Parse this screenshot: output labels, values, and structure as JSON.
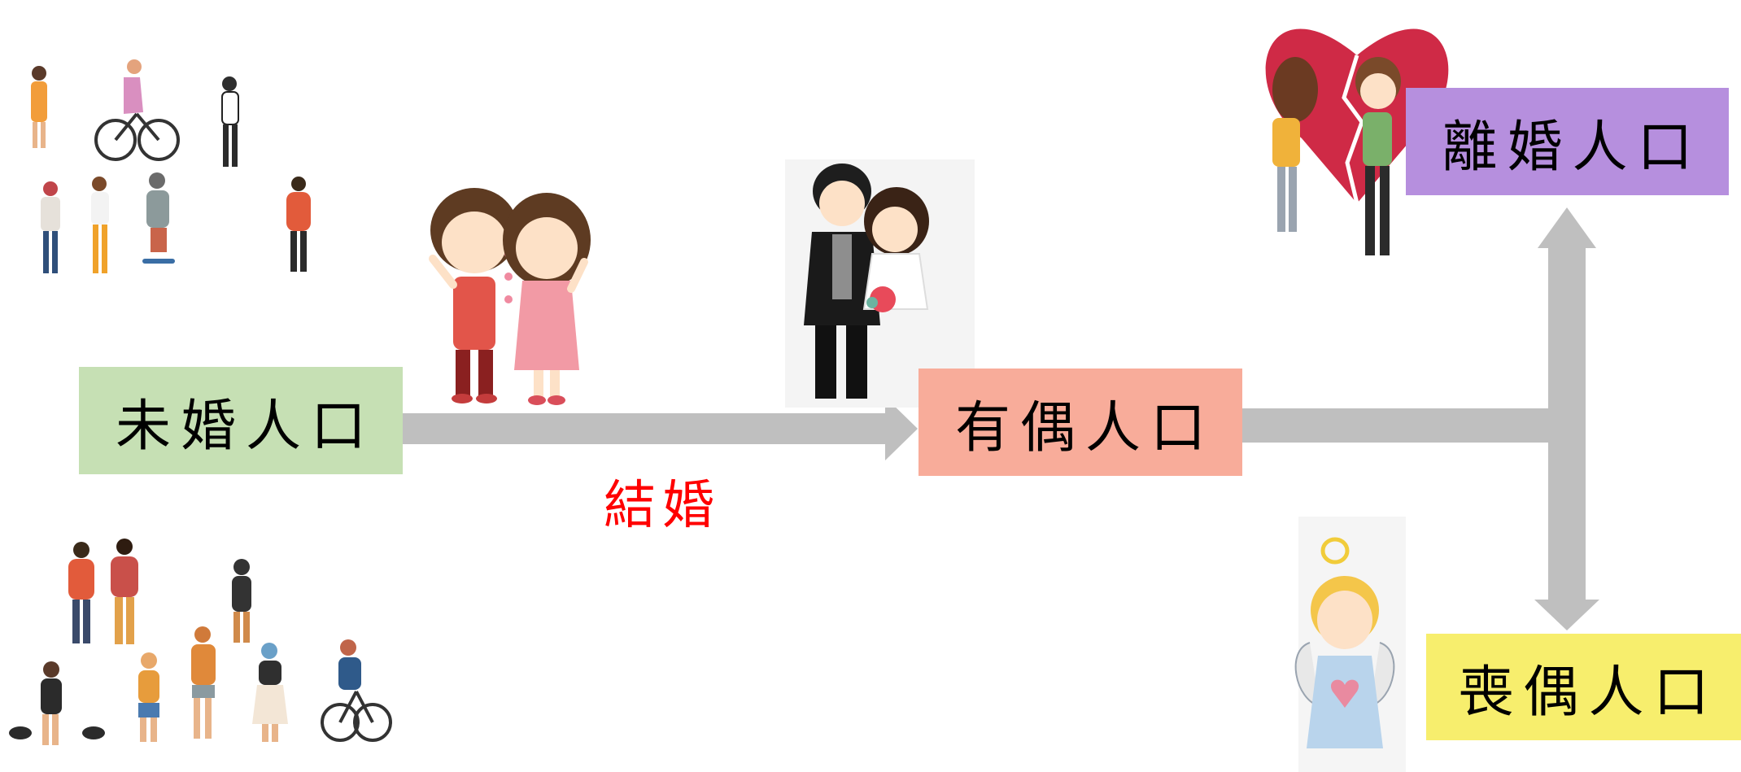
{
  "nodes": {
    "single": "未婚人口",
    "married": "有偶人口",
    "divorced": "離婚人口",
    "widowed": "喪偶人口"
  },
  "edge_label": "結婚",
  "colors": {
    "single_box": "#c6e0b4",
    "married_box": "#f8ac9a",
    "divorced_box": "#b68fde",
    "widowed_box": "#f7ee6d",
    "arrow": "#bfbfbf",
    "edge_label": "#ff0000"
  },
  "illustrations": [
    "crowd-of-people-illustration",
    "happy-couple-illustration",
    "bride-and-groom-illustration",
    "broken-heart-couple-illustration",
    "angel-illustration"
  ]
}
